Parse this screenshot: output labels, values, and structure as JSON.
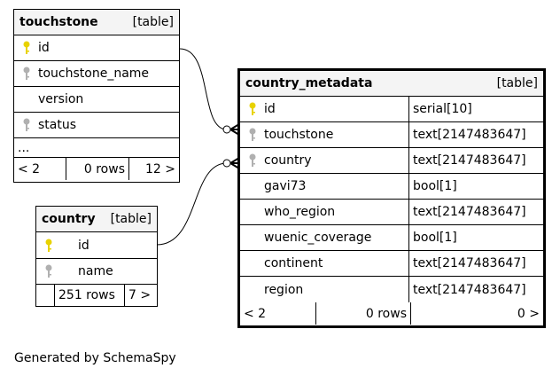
{
  "tables": {
    "touchstone": {
      "name": "touchstone",
      "type": "[table]",
      "columns": [
        "id",
        "touchstone_name",
        "version",
        "status"
      ],
      "ellipsis": "...",
      "footer": {
        "prev": "< 2",
        "rows": "0 rows",
        "next": "12 >"
      }
    },
    "country": {
      "name": "country",
      "type": "[table]",
      "columns": [
        "id",
        "name"
      ],
      "footer": {
        "rows": "251 rows",
        "next": "7 >"
      }
    },
    "country_metadata": {
      "name": "country_metadata",
      "type": "[table]",
      "columns": [
        {
          "name": "id",
          "type": "serial[10]"
        },
        {
          "name": "touchstone",
          "type": "text[2147483647]"
        },
        {
          "name": "country",
          "type": "text[2147483647]"
        },
        {
          "name": "gavi73",
          "type": "bool[1]"
        },
        {
          "name": "who_region",
          "type": "text[2147483647]"
        },
        {
          "name": "wuenic_coverage",
          "type": "bool[1]"
        },
        {
          "name": "continent",
          "type": "text[2147483647]"
        },
        {
          "name": "region",
          "type": "text[2147483647]"
        }
      ],
      "footer": {
        "prev": "< 2",
        "rows": "0 rows",
        "next": "0 >"
      }
    }
  },
  "footer": "Generated by SchemaSpy",
  "colors": {
    "primary_key": "#e8d200",
    "foreign_key": "#b0b0b0"
  }
}
